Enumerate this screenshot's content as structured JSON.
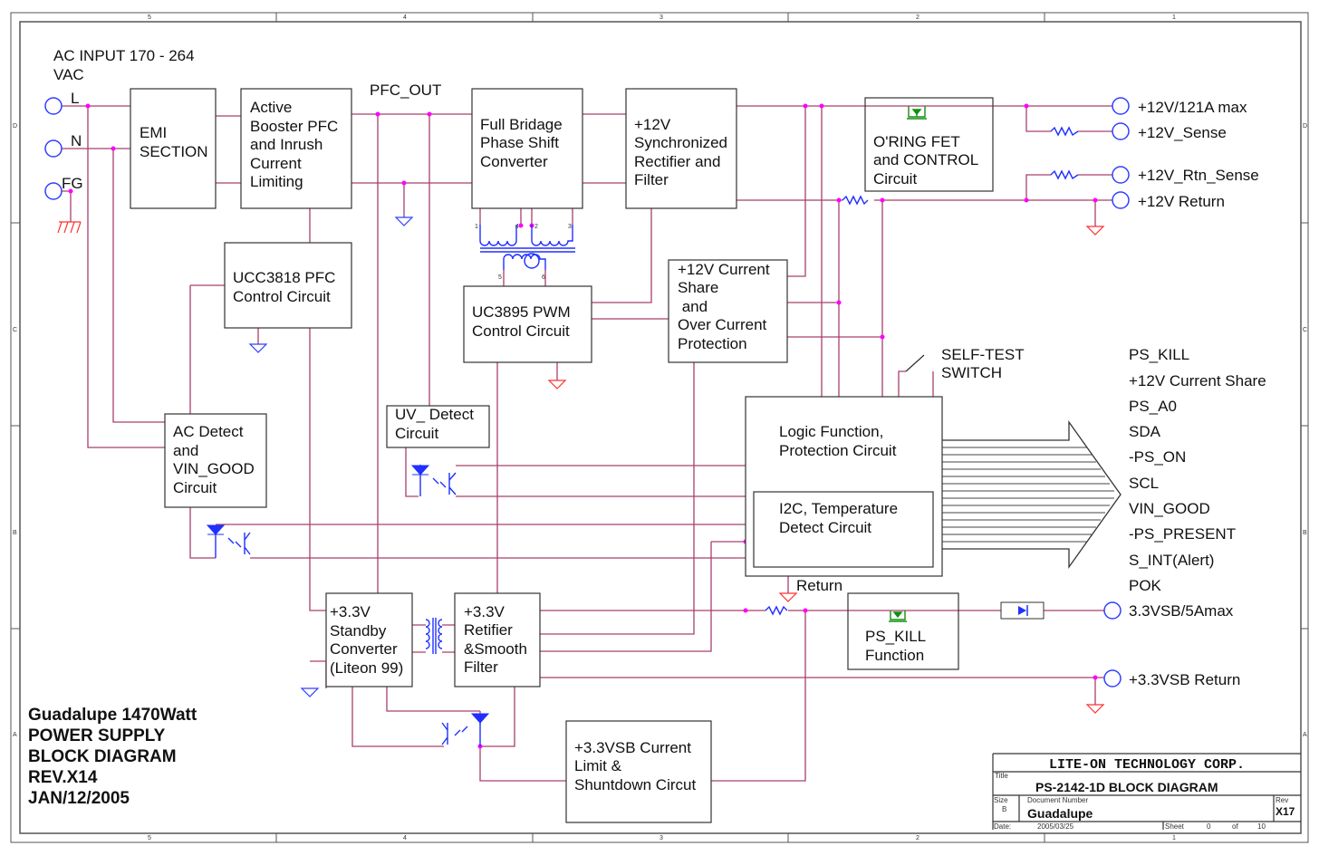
{
  "zones": {
    "columns": [
      "5",
      "4",
      "3",
      "2",
      "1"
    ],
    "rows": [
      "D",
      "C",
      "B",
      "A"
    ]
  },
  "input": {
    "title": [
      "AC INPUT 170 - 264",
      "VAC"
    ],
    "terminals": [
      "L",
      "N",
      "FG"
    ]
  },
  "net_labels": {
    "pfc_out": "PFC_OUT",
    "return": "Return",
    "self_test": [
      "SELF-TEST",
      "SWITCH"
    ]
  },
  "blocks": {
    "emi": [
      "EMI",
      "SECTION"
    ],
    "booster": [
      "Active",
      "Booster  PFC",
      "and Inrush",
      "Current",
      "Limiting"
    ],
    "full_bridge": [
      "Full Bridage",
      "Phase Shift",
      "Converter"
    ],
    "sync_rect": [
      "+12V",
      "Synchronized",
      "Rectifier and",
      "Filter"
    ],
    "oring": [
      "O'RING FET",
      "and CONTROL",
      "Circuit"
    ],
    "ucc3818": [
      "UCC3818 PFC",
      "Control Circuit"
    ],
    "uc3895": [
      "UC3895 PWM",
      "Control Circuit"
    ],
    "current_share": [
      "+12V Current",
      "Share",
      " and",
      "Over Current",
      "Protection"
    ],
    "uv_detect": [
      "UV_ Detect",
      "Circuit"
    ],
    "ac_detect": [
      "AC Detect",
      "and",
      "VIN_GOOD",
      "Circuit"
    ],
    "logic": [
      "Logic Function,",
      "Protection Circuit"
    ],
    "i2c": [
      "I2C, Temperature",
      "Detect  Circuit"
    ],
    "standby": [
      "+3.3V",
      "Standby",
      "Converter",
      "(Liteon 99)"
    ],
    "rectifier": [
      "+3.3V",
      "Retifier",
      "&Smooth",
      "Filter"
    ],
    "ps_kill": [
      "PS_KILL",
      "Function"
    ],
    "current_limit": [
      "+3.3VSB Current",
      "Limit &",
      "Shuntdown Circut"
    ]
  },
  "transformer_pins": [
    "1",
    "4",
    "2",
    "3",
    "5",
    "6"
  ],
  "outputs": [
    "+12V/121A max",
    "+12V_Sense",
    "+12V_Rtn_Sense",
    "+12V Return",
    "3.3VSB/5Amax",
    "+3.3VSB Return"
  ],
  "signals": [
    "PS_KILL",
    "+12V Current Share",
    "PS_A0",
    "SDA",
    "-PS_ON",
    "SCL",
    "VIN_GOOD",
    "-PS_PRESENT",
    "S_INT(Alert)",
    "POK"
  ],
  "diagram_title": [
    "Guadalupe 1470Watt",
    "POWER SUPPLY",
    "BLOCK DIAGRAM",
    "REV.X14",
    "JAN/12/2005"
  ],
  "title_block": {
    "company": "LITE-ON TECHNOLOGY CORP.",
    "title_label": "Title",
    "title": "PS-2142-1D  BLOCK DIAGRAM",
    "size_label": "Size",
    "size": "B",
    "doc_label": "Document Number",
    "doc": "Guadalupe",
    "rev_label": "Rev",
    "rev": "X17",
    "date_label": "Date:",
    "date": "2005/03/25",
    "sheet_label": "Sheet",
    "sheet": "0",
    "of_label": "of",
    "sheets": "10"
  },
  "colors": {
    "wire": "#a8406e",
    "junction": "#ff00ff",
    "terminal": "#3040ff"
  }
}
